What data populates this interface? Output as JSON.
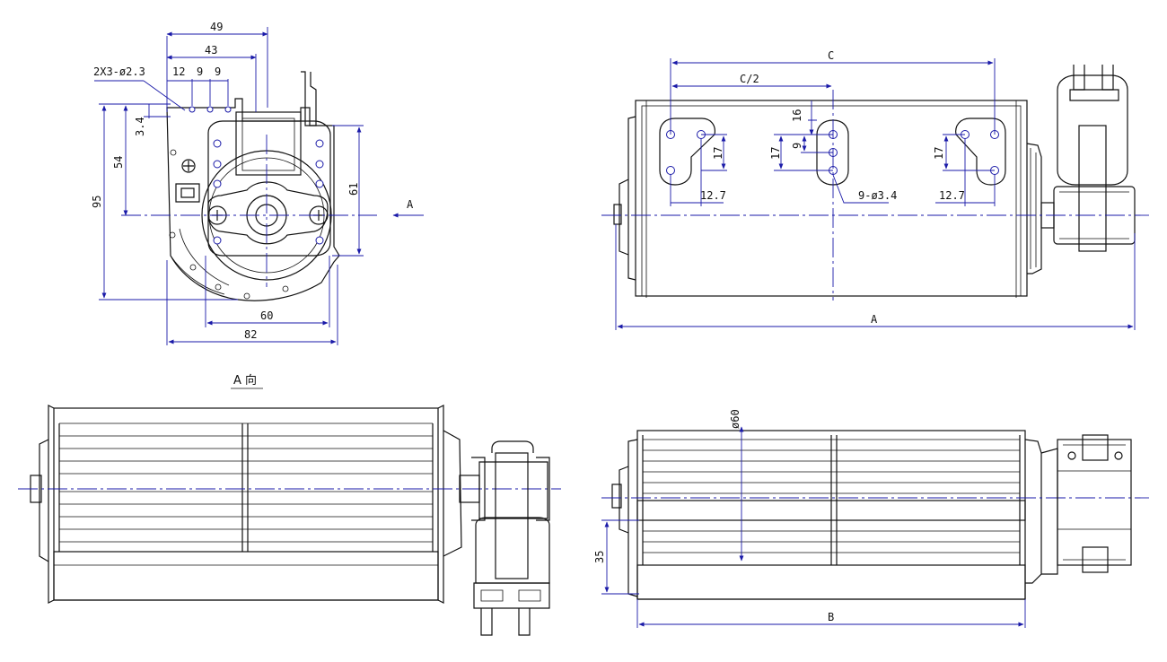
{
  "front_view": {
    "holes_label": "2X3-ø2.3",
    "dim_49": "49",
    "dim_43": "43",
    "dim_12": "12",
    "dim_9a": "9",
    "dim_9b": "9",
    "dim_3_4": "3.4",
    "dim_54": "54",
    "dim_95": "95",
    "dim_61": "61",
    "dim_60": "60",
    "dim_82": "82",
    "arrow_label": "A"
  },
  "top_view": {
    "dim_c": "C",
    "dim_c_half": "C/2",
    "dim_16": "16",
    "dim_17_left": "17",
    "dim_17_mid": "17",
    "dim_9": "9",
    "dim_17_right": "17",
    "dim_12_7_left": "12.7",
    "dim_12_7_right": "12.7",
    "holes_label": "9-ø3.4",
    "dim_a": "A"
  },
  "view_a": {
    "title": "A 向"
  },
  "bottom_view": {
    "dim_dia60": "ø60",
    "dim_35": "35",
    "dim_b": "B"
  },
  "colors": {
    "line": "#111111",
    "dimension": "#1a1aa8",
    "background": "#ffffff"
  }
}
